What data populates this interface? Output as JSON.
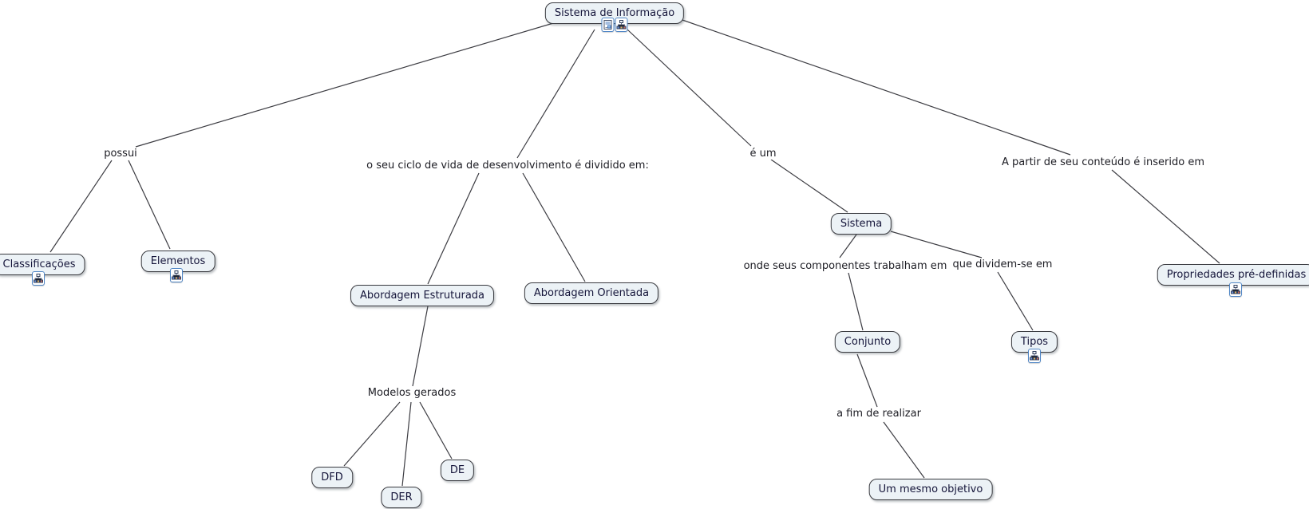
{
  "map_title": "Sistema de Informação",
  "colors": {
    "background": "#ffffff",
    "node_fill": "#ecf2f6",
    "node_border": "#3a3b40",
    "node_text": "#15153a",
    "phrase_text": "#1d1d24",
    "line": "#3c3c42",
    "icon_border": "#4f86c6"
  },
  "icons": {
    "document_icon": "document-resource",
    "concept_map_icon": "concept-map-resource"
  },
  "concepts": {
    "sistema_informacao": "Sistema de Informação",
    "classificacoes": "Classificações",
    "elementos": "Elementos",
    "abordagem_estruturada": "Abordagem Estruturada",
    "abordagem_orientada": "Abordagem Orientada",
    "sistema": "Sistema",
    "conjunto": "Conjunto",
    "tipos": "Tipos",
    "um_mesmo_objetivo": "Um mesmo objetivo",
    "propriedades_pre_definidas": "Propriedades pré-definidas",
    "dfd": "DFD",
    "der": "DER",
    "de": "DE"
  },
  "linking_phrases": {
    "possui": "possui",
    "ciclo_de_vida": "o seu ciclo de vida de desenvolvimento é dividido em:",
    "e_um": "é um",
    "conteudo_inserido": "A partir de seu conteúdo é inserido em",
    "onde_componentes": "onde seus componentes trabalham em",
    "que_dividem": "que dividem-se em",
    "modelos_gerados": "Modelos gerados",
    "a_fim_de_realizar": "a fim de realizar"
  },
  "edges": [
    {
      "from": "Sistema de Informação",
      "phrase": "possui",
      "to": "Classificações"
    },
    {
      "from": "Sistema de Informação",
      "phrase": "possui",
      "to": "Elementos"
    },
    {
      "from": "Sistema de Informação",
      "phrase": "o seu ciclo de vida de desenvolvimento é dividido em:",
      "to": "Abordagem Estruturada"
    },
    {
      "from": "Sistema de Informação",
      "phrase": "o seu ciclo de vida de desenvolvimento é dividido em:",
      "to": "Abordagem Orientada"
    },
    {
      "from": "Sistema de Informação",
      "phrase": "é um",
      "to": "Sistema"
    },
    {
      "from": "Sistema de Informação",
      "phrase": "A partir de seu conteúdo é inserido em",
      "to": "Propriedades pré-definidas"
    },
    {
      "from": "Sistema",
      "phrase": "onde seus componentes trabalham em",
      "to": "Conjunto"
    },
    {
      "from": "Sistema",
      "phrase": "que dividem-se em",
      "to": "Tipos"
    },
    {
      "from": "Conjunto",
      "phrase": "a fim de realizar",
      "to": "Um mesmo objetivo"
    },
    {
      "from": "Abordagem Estruturada",
      "phrase": "Modelos gerados",
      "to": "DFD"
    },
    {
      "from": "Abordagem Estruturada",
      "phrase": "Modelos gerados",
      "to": "DER"
    },
    {
      "from": "Abordagem Estruturada",
      "phrase": "Modelos gerados",
      "to": "DE"
    }
  ]
}
